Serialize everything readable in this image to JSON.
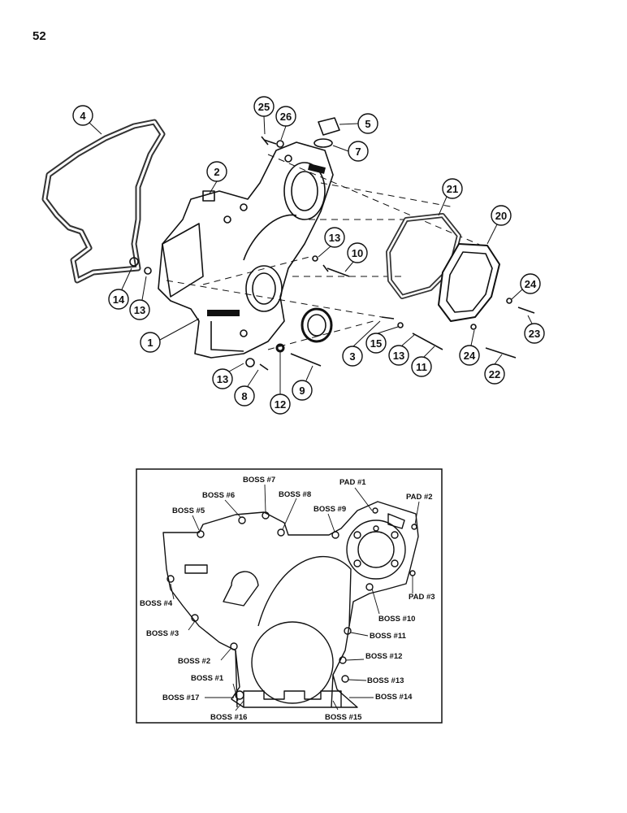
{
  "page_number": "52",
  "callouts": [
    "1",
    "2",
    "3",
    "4",
    "5",
    "7",
    "8",
    "9",
    "10",
    "11",
    "12",
    "13",
    "13",
    "13",
    "13",
    "14",
    "15",
    "20",
    "21",
    "22",
    "23",
    "24",
    "24",
    "25",
    "26"
  ],
  "boss_diagram": {
    "labels": {
      "boss1": "BOSS #1",
      "boss2": "BOSS #2",
      "boss3": "BOSS #3",
      "boss4": "BOSS #4",
      "boss5": "BOSS #5",
      "boss6": "BOSS #6",
      "boss7": "BOSS #7",
      "boss8": "BOSS #8",
      "boss9": "BOSS #9",
      "boss10": "BOSS #10",
      "boss11": "BOSS #11",
      "boss12": "BOSS #12",
      "boss13": "BOSS #13",
      "boss14": "BOSS #14",
      "boss15": "BOSS #15",
      "boss16": "BOSS #16",
      "boss17": "BOSS #17",
      "pad1": "PAD #1",
      "pad2": "PAD #2",
      "pad3": "PAD #3"
    }
  }
}
